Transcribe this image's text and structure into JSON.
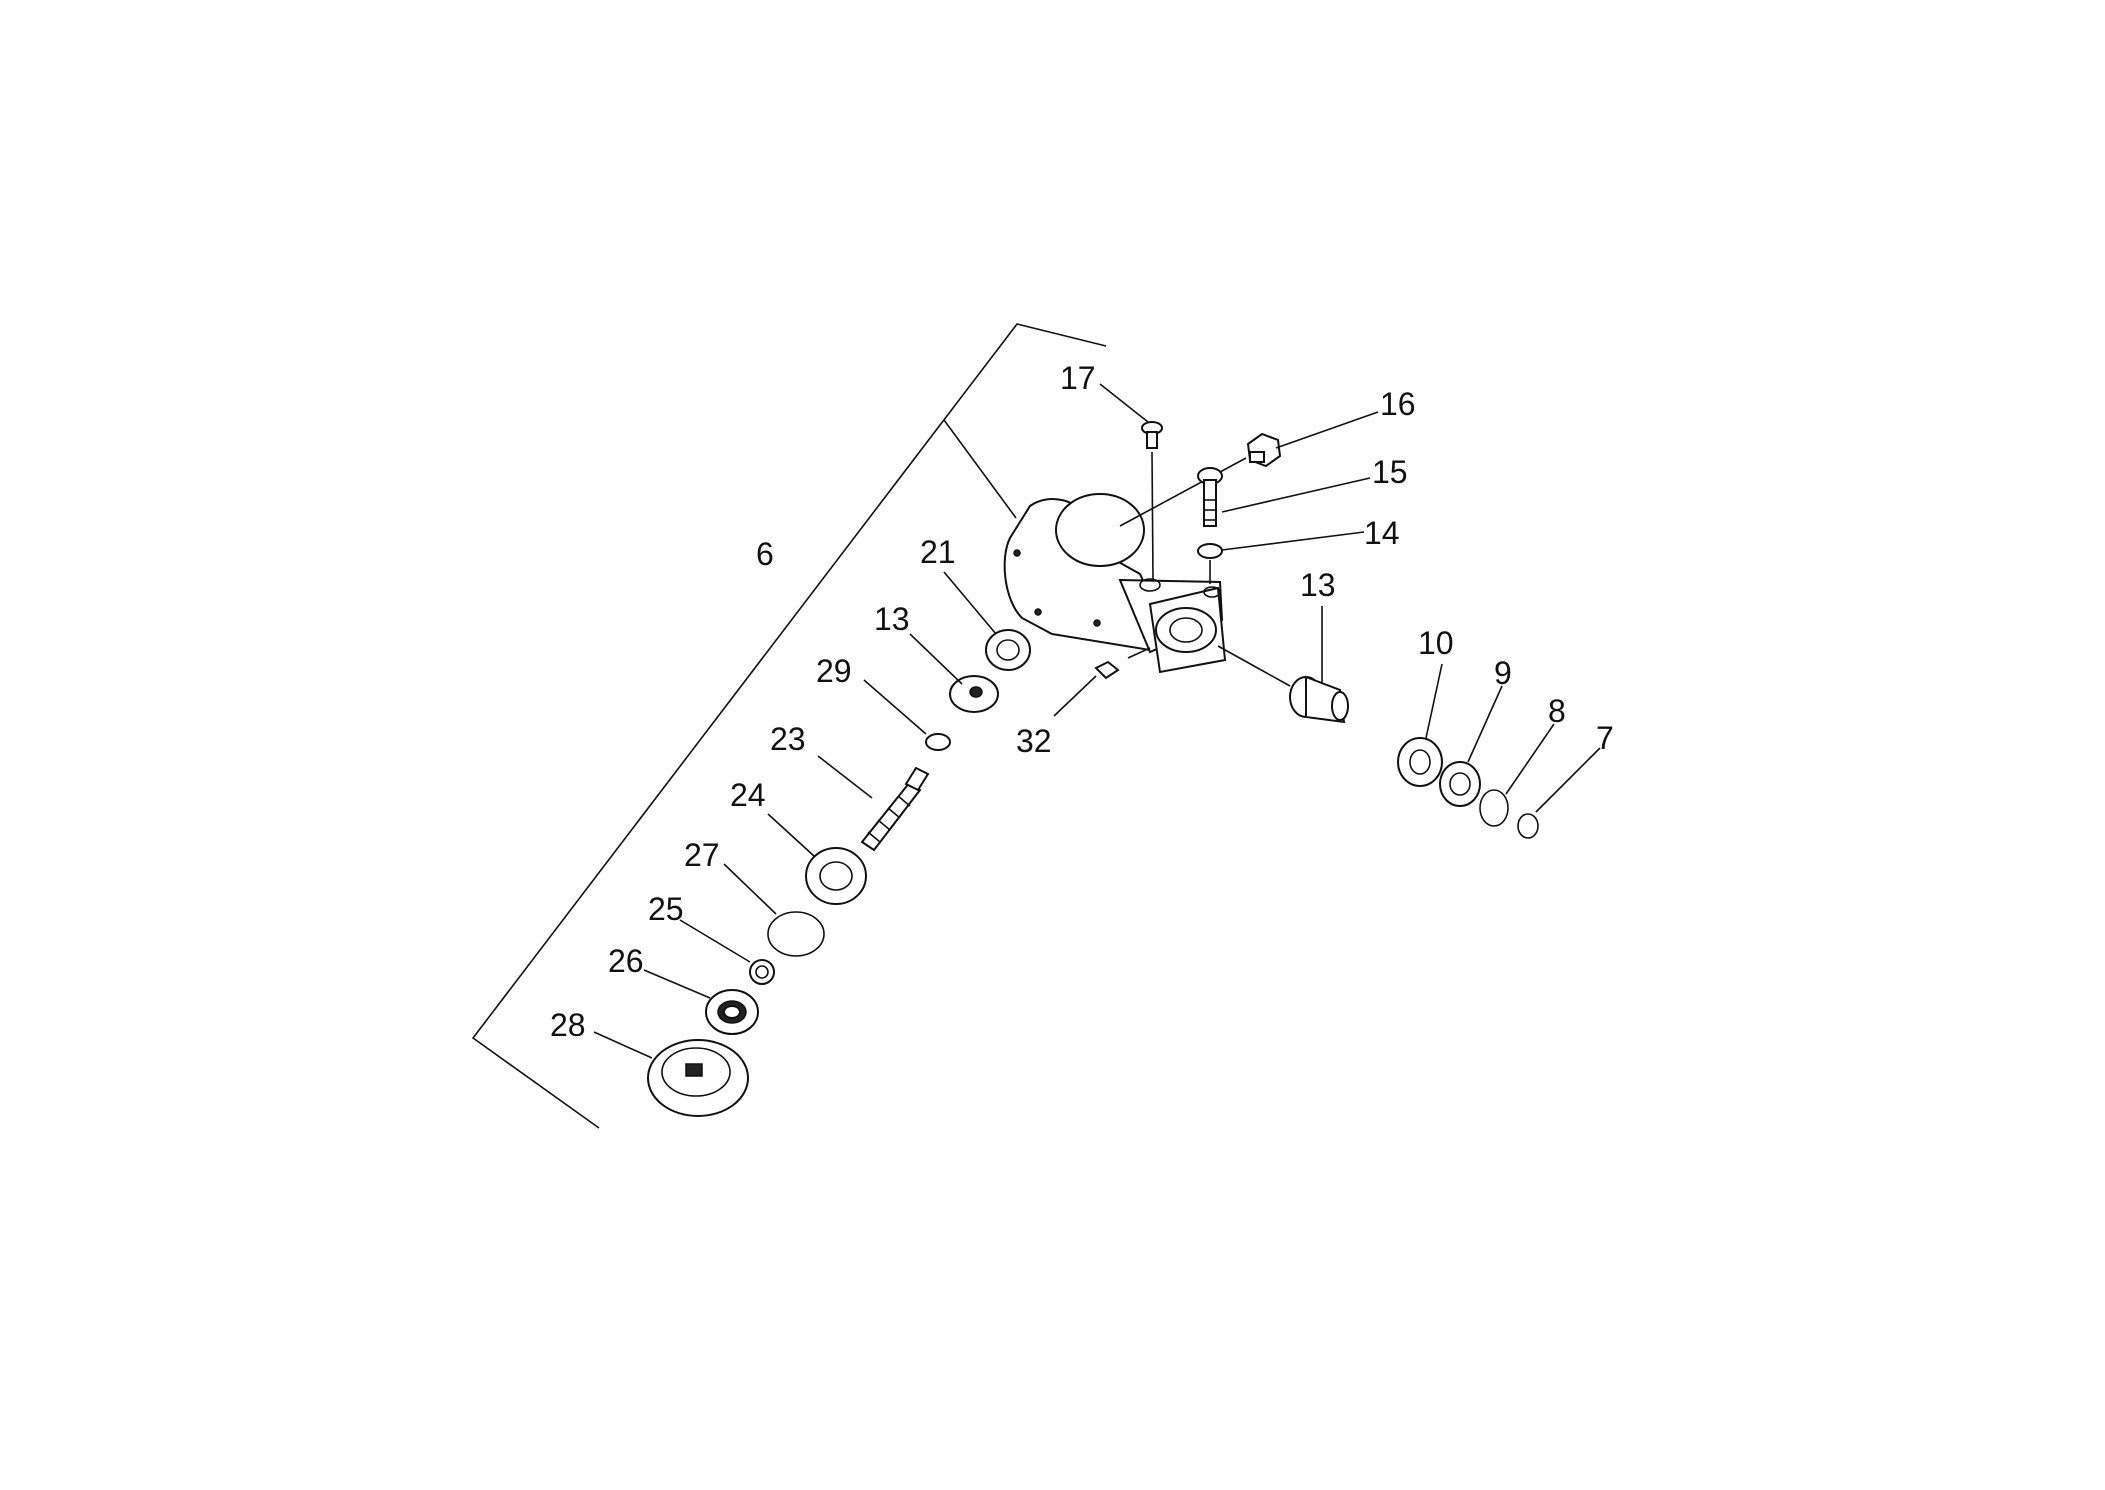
{
  "diagram": {
    "callouts": [
      {
        "id": "p6",
        "label": "6"
      },
      {
        "id": "p7",
        "label": "7"
      },
      {
        "id": "p8",
        "label": "8"
      },
      {
        "id": "p9",
        "label": "9"
      },
      {
        "id": "p10",
        "label": "10"
      },
      {
        "id": "p13a",
        "label": "13"
      },
      {
        "id": "p13b",
        "label": "13"
      },
      {
        "id": "p14",
        "label": "14"
      },
      {
        "id": "p15",
        "label": "15"
      },
      {
        "id": "p16",
        "label": "16"
      },
      {
        "id": "p17",
        "label": "17"
      },
      {
        "id": "p21",
        "label": "21"
      },
      {
        "id": "p23",
        "label": "23"
      },
      {
        "id": "p24",
        "label": "24"
      },
      {
        "id": "p25",
        "label": "25"
      },
      {
        "id": "p26",
        "label": "26"
      },
      {
        "id": "p27",
        "label": "27"
      },
      {
        "id": "p28",
        "label": "28"
      },
      {
        "id": "p29",
        "label": "29"
      },
      {
        "id": "p32",
        "label": "32"
      }
    ]
  }
}
